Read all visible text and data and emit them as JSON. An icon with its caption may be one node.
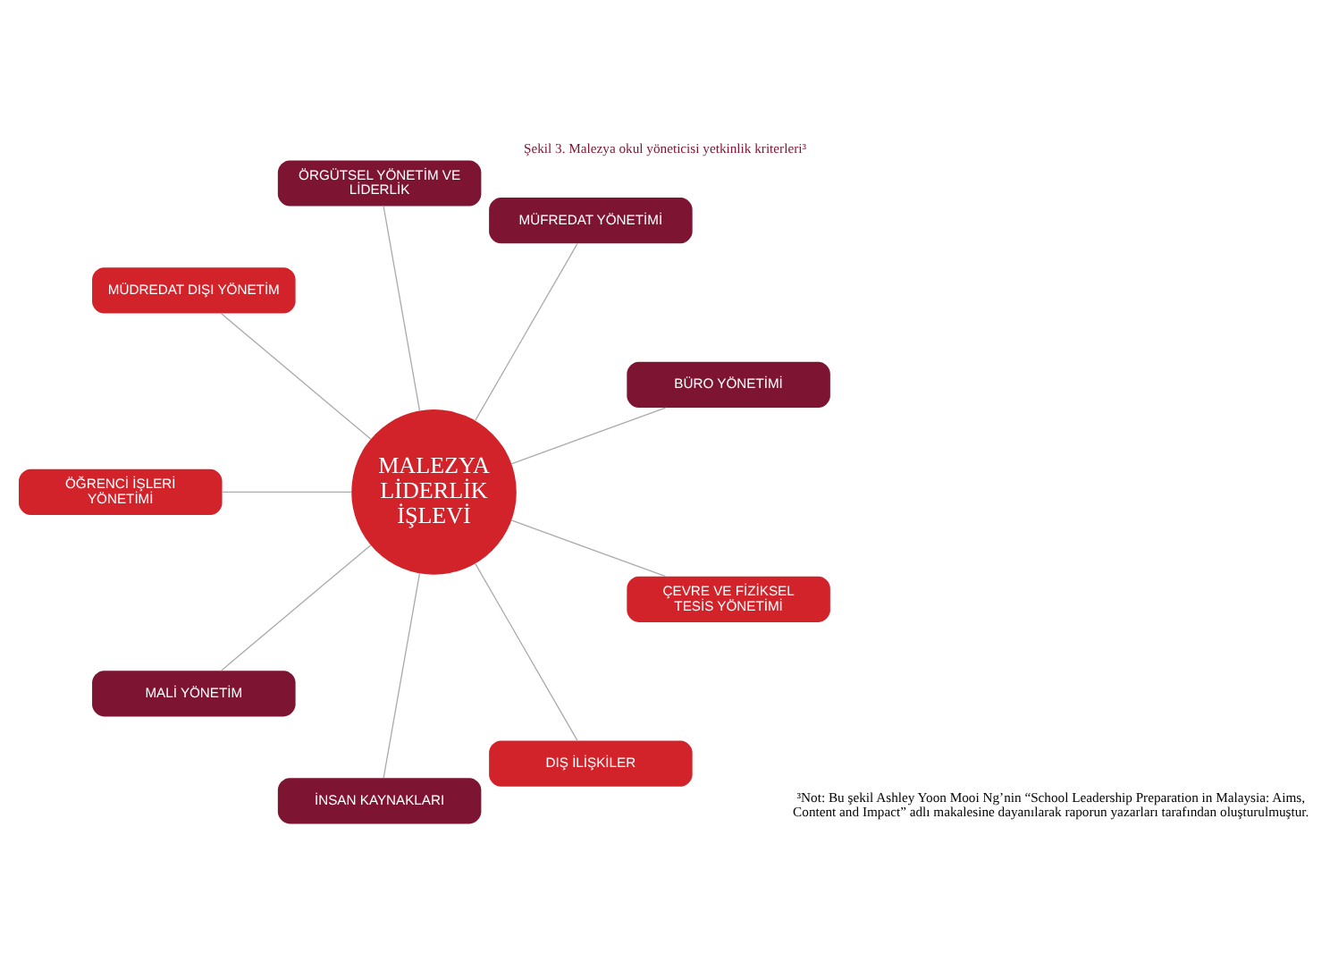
{
  "diagram": {
    "title": "Şekil 3. Malezya okul yöneticisi yetkinlik kriterleri³",
    "nodes": [
      {
        "text": [
          "BÜRO YÖNETİMİ"
        ]
      },
      {
        "text": [
          "MÜFREDAT YÖNETİMİ"
        ]
      },
      {
        "text": [
          "ÖRGÜTSEL YÖNETİM VE LİDERLİK"
        ]
      },
      {
        "text": [
          "MÜDREDAT DIŞI YÖNETİM"
        ]
      },
      {
        "text": [
          "ÖĞRENCİ İŞLERİ YÖNETİMİ"
        ]
      },
      {
        "text": [
          "MALEZYA LİDERLİK İŞLEVİ"
        ]
      },
      {
        "text": [
          "MALİ YÖNETİM"
        ]
      },
      {
        "text": [
          "İNSAN KAYNAKLARI"
        ]
      },
      {
        "text": [
          "DIŞ İLİŞKİLER"
        ]
      },
      {
        "text": [
          "ÇEVRE VE FİZİKSEL TESİS YÖNETİMİ"
        ]
      }
    ],
    "edges": [
      {
        "from": 5,
        "to": 0,
        "arrow": "none"
      },
      {
        "from": 5,
        "to": 1,
        "arrow": "none"
      },
      {
        "from": 5,
        "to": 2,
        "arrow": "none"
      },
      {
        "from": 5,
        "to": 3,
        "arrow": "none"
      },
      {
        "from": 5,
        "to": 4,
        "arrow": "none"
      },
      {
        "from": 5,
        "to": 6,
        "arrow": "none"
      },
      {
        "from": 5,
        "to": 7,
        "arrow": "none"
      },
      {
        "from": 5,
        "to": 8,
        "arrow": "none"
      },
      {
        "from": 5,
        "to": 9,
        "arrow": "none"
      }
    ],
    "labels": [
      "³Not: Bu şekil Ashley Yoon Mooi Ng’nin “School Leadership Preparation in Malaysia: Aims, Content and Impact” adlı makalesine dayanılarak raporun yazarları tarafından oluşturulmuştur."
    ]
  }
}
